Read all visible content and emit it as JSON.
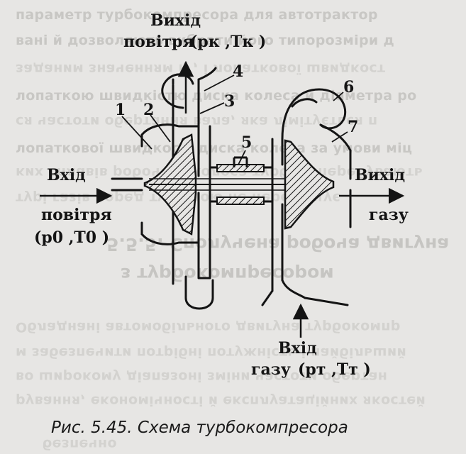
{
  "background_text": {
    "lines": [
      "параметр турбокомпресора для автотрактор",
      "вані й дозволяють вибрати його типорозміри д",
      "заданим значенням η , і лопаткової швидкост",
      "лопаткою швидкістю диска колеса й діаметра ро",
      "ся частоти обертання вала, яка лімітується п",
      "лопаткової швидкості диска колеса за умови міц",
      "ких сплавів робочого колеса турбіни перебувають",
      "турі газів перед турбіною не перевищує",
      "Обладнані автомобільного двигуна турбокомпр",
      "м забезпечити потрібні потужність і найбільший",
      "во широкому діапазоні зміни частоти обертан",
      "рування, економічності й експлуатаційних якостей",
      "безпечно"
    ],
    "heading_line1": "5.5.5. Сполучена робоча двигуна",
    "heading_line2": "з турбокомпресором"
  },
  "labels": {
    "air_outlet_title": "Вихід",
    "air_outlet_subtitle": "повітря",
    "air_outlet_params": "(pк ,Tк )",
    "air_inlet_title": "Вхід",
    "air_inlet_subtitle": "повітря",
    "air_inlet_params": "(p0 ,T0 )",
    "gas_outlet_title": "Вихід",
    "gas_outlet_subtitle": "газу",
    "gas_inlet_title": "Вхід",
    "gas_inlet_subtitle": "газу",
    "gas_inlet_params": "(pт ,Tт )"
  },
  "part_numbers": [
    "1",
    "2",
    "3",
    "4",
    "5",
    "6",
    "7"
  ],
  "caption": "Рис. 5.45. Схема турбокомпресора",
  "colors": {
    "ink": "#141414",
    "paper": "#e7e6e4",
    "faded_text": "#c8c7c4"
  }
}
